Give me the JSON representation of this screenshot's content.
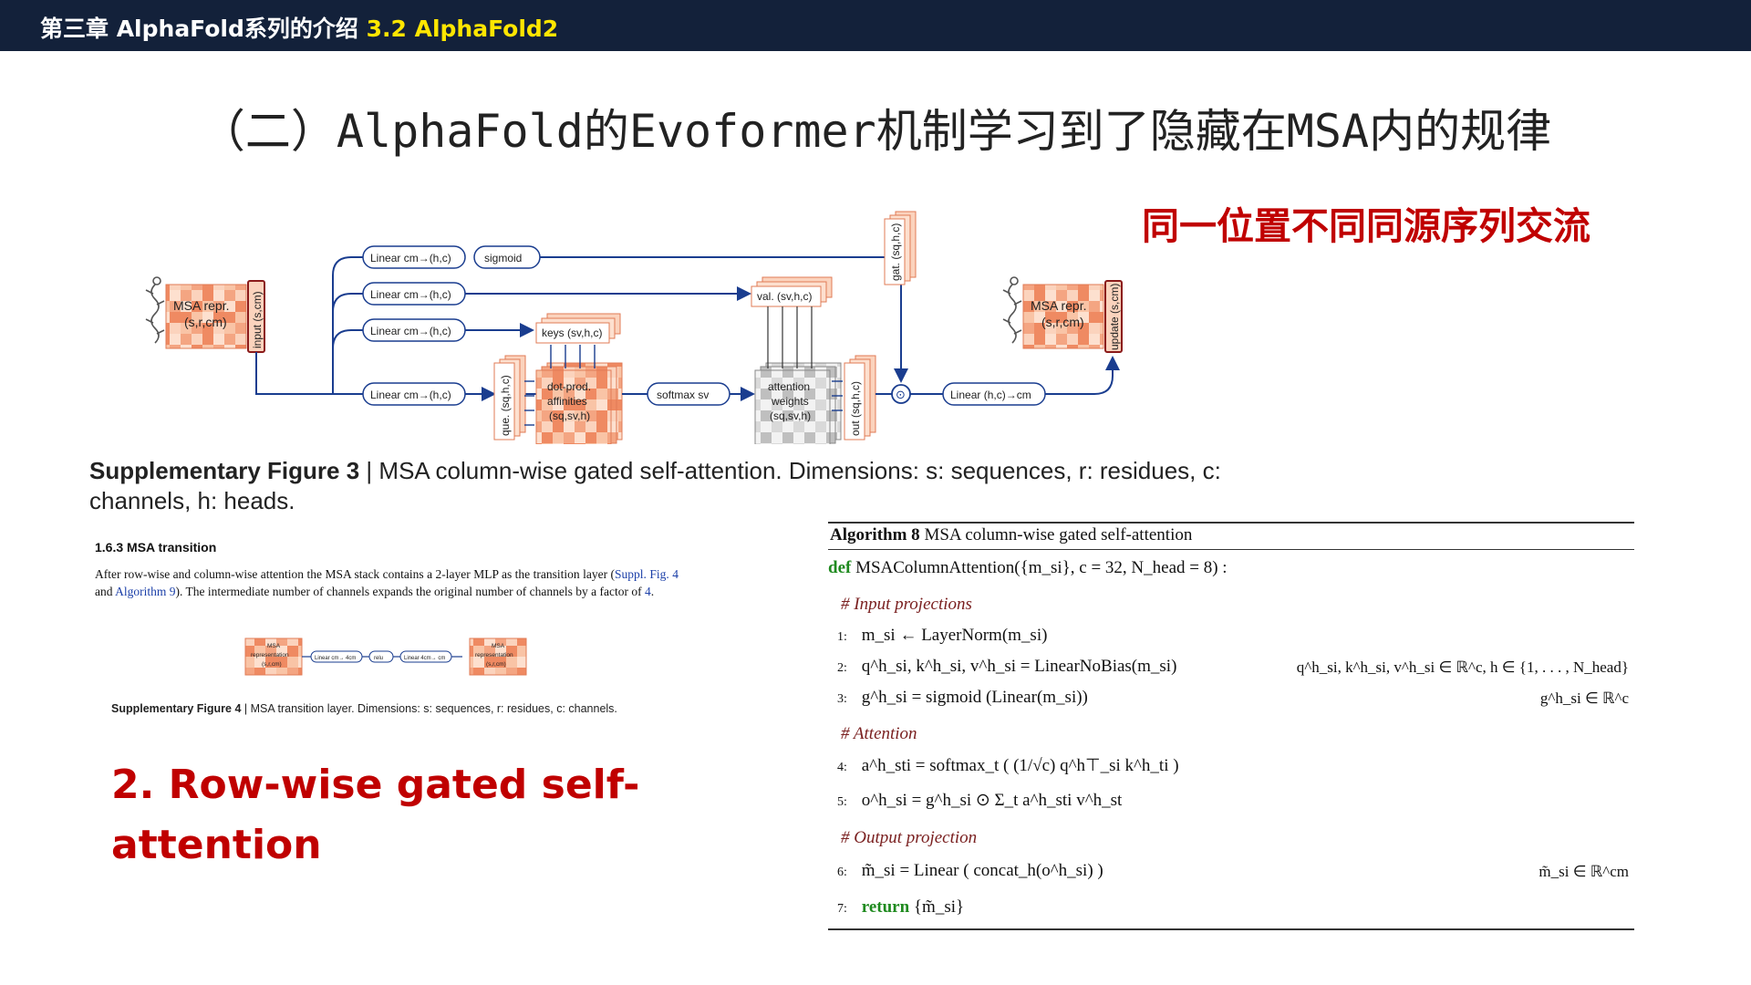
{
  "header": {
    "chapter": "第三章 AlphaFold系列的介绍",
    "section": "3.2 AlphaFold2"
  },
  "title": "（二）AlphaFold的Evoformer机制学习到了隐藏在MSA内的规律",
  "red_note": "同一位置不同同源序列交流",
  "diagram": {
    "msa_in": {
      "line1": "MSA repr.",
      "line2": "(s,r,cm)"
    },
    "input_label": "input (s,cm)",
    "linears": [
      "Linear cm→(h,c)",
      "Linear cm→(h,c)",
      "Linear cm→(h,c)",
      "Linear cm→(h,c)"
    ],
    "sigmoid": "sigmoid",
    "gate": "gat. (sq,h,c)",
    "values": "val. (sv,h,c)",
    "keys": "keys (sv,h,c)",
    "queries": "que. (sq,h,c)",
    "dot_prod": {
      "line1": "dot-prod.",
      "line2": "affinities",
      "line3": "(sq,sv,h)"
    },
    "softmax": "softmax sv",
    "attn_weights": {
      "line1": "attention",
      "line2": "weights",
      "line3": "(sq,sv,h)"
    },
    "out": "out (sq,h,c)",
    "odot": "⊙",
    "linear_out": "Linear (h,c)→cm",
    "update_label": "update (s,cm)",
    "msa_out": {
      "line1": "MSA repr.",
      "line2": "(s,r,cm)"
    }
  },
  "fig3_caption": {
    "bold": "Supplementary Figure 3",
    "sep": "|",
    "text": "MSA column-wise gated self-attention. Dimensions: s: sequences, r: residues, c: channels, h: heads."
  },
  "section": {
    "heading": "1.6.3  MSA transition",
    "body_1": "After row-wise and column-wise attention the MSA stack contains a 2-layer MLP as the transition layer (",
    "link_1": "Suppl.  Fig. 4",
    "body_2": " and ",
    "link_2": "Algorithm 9",
    "body_3": ").  The intermediate number of channels expands the original number of channels by a factor of ",
    "link_3": "4",
    "body_4": "."
  },
  "mini_diagram": {
    "left_box": {
      "line1": "MSA",
      "line2": "representation",
      "line3": "(s,r,cm)"
    },
    "linear1": "Linear cm→ 4cm",
    "relu": "relu",
    "linear2": "Linear 4cm→ cm",
    "right_box": {
      "line1": "MSA",
      "line2": "representation",
      "line3": "(s,r,cm)"
    }
  },
  "fig4_caption": {
    "bold": "Supplementary Figure 4",
    "sep": "|",
    "text": "MSA transition layer. Dimensions: s: sequences, r: residues, c: channels."
  },
  "big_red": "2. Row-wise gated self-attention",
  "algorithm": {
    "title_bold": "Algorithm 8",
    "title_text": "MSA column-wise gated self-attention",
    "def_kw": "def",
    "def_sig": "MSAColumnAttention({m_si}, c = 32, N_head = 8) :",
    "comment_1": "# Input projections",
    "comment_2": "# Attention",
    "comment_3": "# Output projection",
    "lines": [
      {
        "num": "1:",
        "code": "m_si ← LayerNorm(m_si)",
        "ann": ""
      },
      {
        "num": "2:",
        "code": "q^h_si, k^h_si, v^h_si = LinearNoBias(m_si)",
        "ann": "q^h_si, k^h_si, v^h_si ∈ ℝ^c,  h ∈ {1, . . . , N_head}"
      },
      {
        "num": "3:",
        "code": "g^h_si = sigmoid (Linear(m_si))",
        "ann": "g^h_si ∈ ℝ^c"
      },
      {
        "num": "4:",
        "code": "a^h_sti = softmax_t ( (1/√c) q^h⊤_si k^h_ti )",
        "ann": ""
      },
      {
        "num": "5:",
        "code": "o^h_si = g^h_si ⊙ Σ_t a^h_sti v^h_st",
        "ann": ""
      },
      {
        "num": "6:",
        "code": "m̃_si = Linear ( concat_h(o^h_si) )",
        "ann": "m̃_si ∈ ℝ^cm"
      }
    ],
    "return_num": "7:",
    "return_kw": "return",
    "return_val": "{m̃_si}"
  }
}
